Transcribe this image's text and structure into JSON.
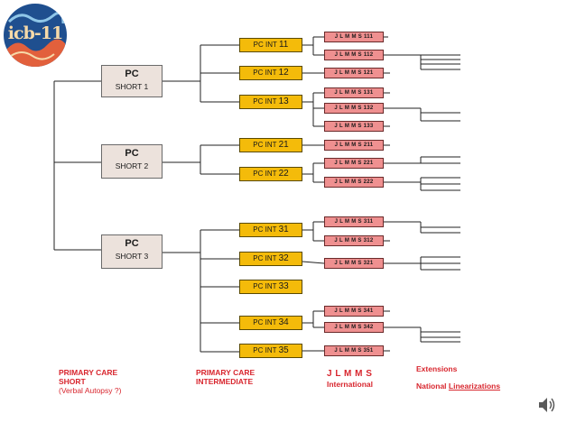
{
  "logo": {
    "text": "icb-11"
  },
  "pc_boxes": [
    {
      "title": "PC",
      "subtitle": "SHORT 1"
    },
    {
      "title": "PC",
      "subtitle": "SHORT 2"
    },
    {
      "title": "PC",
      "subtitle": "SHORT 3"
    }
  ],
  "int_boxes": [
    {
      "prefix": "PC INT",
      "num": "11"
    },
    {
      "prefix": "PC INT",
      "num": "12"
    },
    {
      "prefix": "PC INT",
      "num": "13"
    },
    {
      "prefix": "PC INT",
      "num": "21"
    },
    {
      "prefix": "PC INT",
      "num": "22"
    },
    {
      "prefix": "PC INT",
      "num": "31"
    },
    {
      "prefix": "PC INT",
      "num": "32"
    },
    {
      "prefix": "PC INT",
      "num": "33"
    },
    {
      "prefix": "PC INT",
      "num": "34"
    },
    {
      "prefix": "PC INT",
      "num": "35"
    }
  ],
  "jlmms_boxes": [
    "J L M M S 111",
    "J L M M S 112",
    "J L M M S 121",
    "J L M M S 131",
    "J L M M S 132",
    "J L M M S 133",
    "J L M M S 211",
    "J L M M S 221",
    "J L M M S 222",
    "J L M M S 311",
    "J L M M S 312",
    "J L M M S 321",
    "J L M M S 341",
    "J L M M S 342",
    "J L M M S 351"
  ],
  "legend": {
    "primary_short_1": "PRIMARY CARE",
    "primary_short_2": "SHORT",
    "primary_short_3": "(Verbal Autopsy ?)",
    "intermediate_1": "PRIMARY CARE",
    "intermediate_2": "INTERMEDIATE",
    "jlmms_1": "J L M M S",
    "jlmms_2": "International",
    "extensions": "Extensions",
    "national": "National",
    "linearizations": "Linearizations"
  },
  "colors": {
    "pc_fill": "#ece2dc",
    "int_fill": "#f4bb0a",
    "jlmms_fill": "#ef9090",
    "legend_text": "#d8262e",
    "lines": "#222222"
  }
}
